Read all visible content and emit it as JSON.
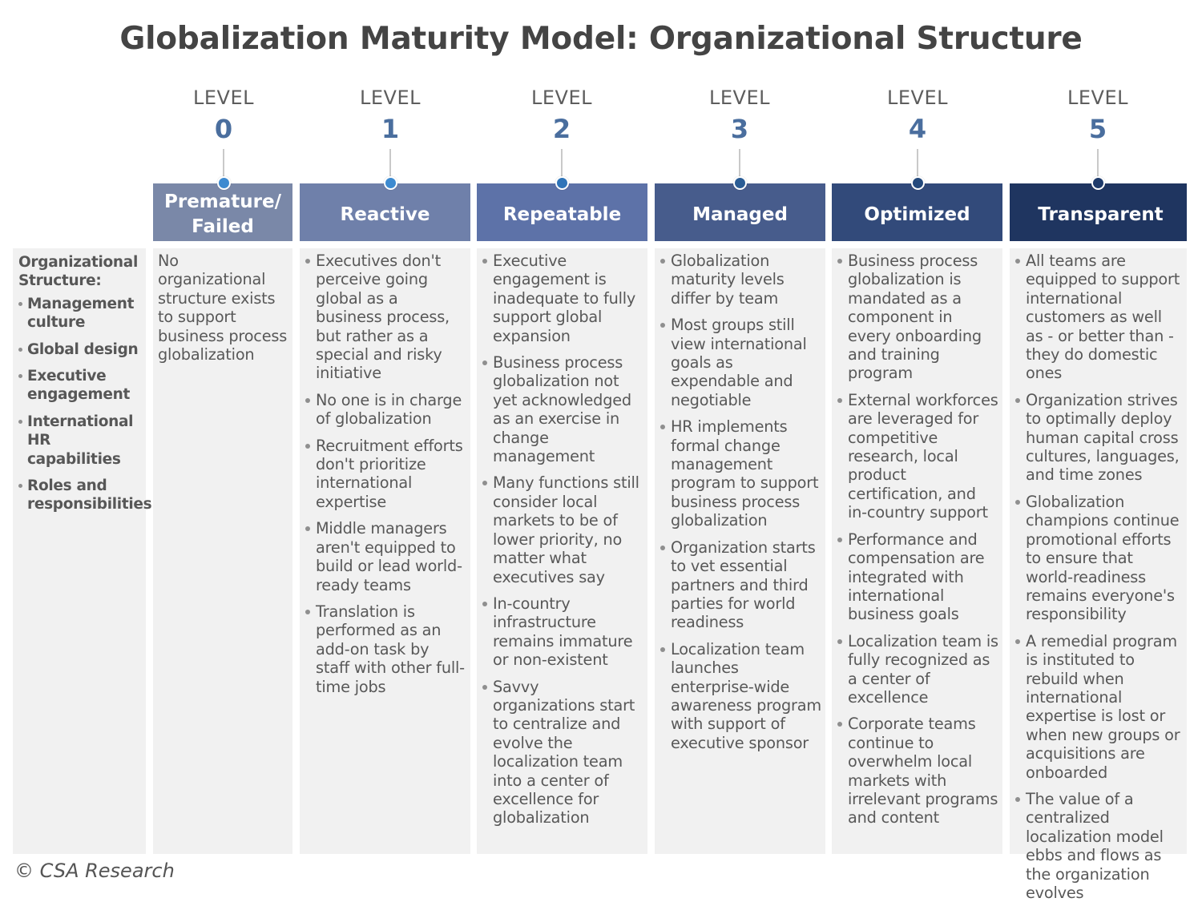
{
  "title": "Globalization Maturity Model: Organizational Structure",
  "row_label": {
    "title": "Organizational Structure:",
    "items": [
      "Management culture",
      "Global design",
      "Executive engagement",
      "International HR capabilities",
      "Roles and responsibilities"
    ]
  },
  "levels": [
    {
      "word": "LEVEL",
      "number": "0",
      "name": "Premature/ Failed",
      "color": "#7a88a8",
      "numcolor": "#4a6e9e",
      "dotcolor": "#3d8ad0",
      "text": "No organizational structure exists to support business process globalization",
      "items": []
    },
    {
      "word": "LEVEL",
      "number": "1",
      "name": "Reactive",
      "color": "#6f80aa",
      "numcolor": "#4a6e9e",
      "dotcolor": "#3d8ad0",
      "text": "",
      "items": [
        "Executives don't perceive going global as a business process, but rather as a special and risky initiative",
        "No one is in charge of globalization",
        "Recruitment efforts don't prioritize international expertise",
        "Middle managers aren't equipped to build or lead world-ready teams",
        "Translation is performed as an add-on task by staff with other full-time jobs"
      ]
    },
    {
      "word": "LEVEL",
      "number": "2",
      "name": "Repeatable",
      "color": "#5d72a8",
      "numcolor": "#4a6e9e",
      "dotcolor": "#2f74b8",
      "text": "",
      "items": [
        "Executive engagement is inadequate to fully support global expansion",
        "Business process globalization not yet acknowledged as an exercise in change management",
        "Many functions still consider local markets to be of lower priority, no matter what executives say",
        "In-country infrastructure remains immature or non-existent",
        "Savvy organizations start to centralize and evolve the localization team into a center of excellence for globalization"
      ]
    },
    {
      "word": "LEVEL",
      "number": "3",
      "name": "Managed",
      "color": "#475c8c",
      "numcolor": "#4a6e9e",
      "dotcolor": "#2a5c95",
      "text": "",
      "items": [
        "Globalization maturity levels differ by team",
        "Most groups still view international goals as expendable and negotiable",
        "HR implements formal change management program to support business process globalization",
        "Organization starts to vet essential partners and third parties for world readiness",
        "Localization team launches enterprise-wide awareness program with support of executive sponsor"
      ]
    },
    {
      "word": "LEVEL",
      "number": "4",
      "name": "Optimized",
      "color": "#324a7a",
      "numcolor": "#4a6e9e",
      "dotcolor": "#24497c",
      "text": "",
      "items": [
        "Business process globalization is mandated as a component in every onboarding and training program",
        "External workforces are leveraged for competitive research, local product certification, and in-country support",
        "Performance and compensation are integrated with international business goals",
        "Localization team is fully recognized as a center of excellence",
        "Corporate teams continue to overwhelm local markets with irrelevant programs and content"
      ]
    },
    {
      "word": "LEVEL",
      "number": "5",
      "name": "Transparent",
      "color": "#1f3560",
      "numcolor": "#4a6e9e",
      "dotcolor": "#1e3a6a",
      "text": "",
      "items": [
        "All teams are equipped to support international customers as well as - or better than - they do domestic ones",
        "Organization strives to optimally deploy human capital cross cultures, languages, and time zones",
        "Globalization champions continue promotional efforts to ensure that world-readiness remains everyone's responsibility",
        "A remedial program is instituted to rebuild when international expertise is lost or when new groups or acquisitions are onboarded",
        "The value of a centralized localization model ebbs and flows as the organization evolves"
      ]
    }
  ],
  "copyright": "© CSA Research"
}
